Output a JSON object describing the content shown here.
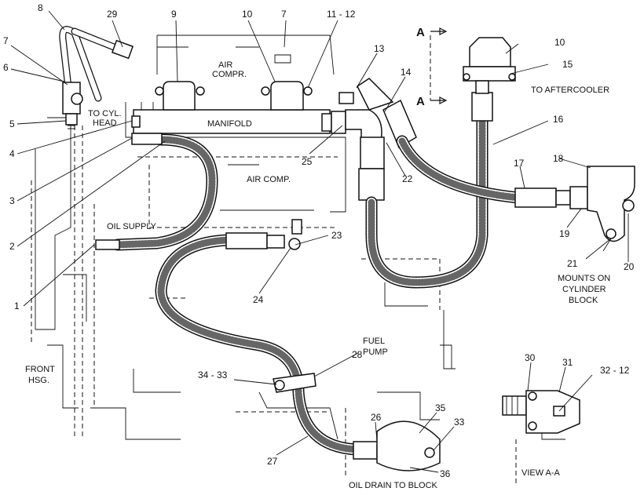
{
  "labels": {
    "to_cyl_head": [
      "TO CYL.",
      "HEAD"
    ],
    "air_compr_top": [
      "AIR",
      "COMPR."
    ],
    "manifold": "MANIFOLD",
    "air_comp_mid": "AIR COMP.",
    "oil_supply": "OIL SUPPLY",
    "to_aftercooler": "TO AFTERCOOLER",
    "mounts": [
      "MOUNTS ON",
      "CYLINDER",
      "BLOCK"
    ],
    "fuel_pump": [
      "FUEL",
      "PUMP"
    ],
    "front_hsg": [
      "FRONT",
      "HSG."
    ],
    "oil_drain": "OIL DRAIN TO BLOCK",
    "view_aa": "VIEW A-A",
    "section_a": "A"
  },
  "callouts": {
    "c1": "1",
    "c2": "2",
    "c3": "3",
    "c4": "4",
    "c5": "5",
    "c6": "6",
    "c7a": "7",
    "c7b": "7",
    "c8": "8",
    "c9": "9",
    "c10a": "10",
    "c10b": "10",
    "c11_12": "11 - 12",
    "c13": "13",
    "c14": "14",
    "c15": "15",
    "c16": "16",
    "c17": "17",
    "c18": "18",
    "c19": "19",
    "c20": "20",
    "c21": "21",
    "c22": "22",
    "c23": "23",
    "c24": "24",
    "c25": "25",
    "c26": "26",
    "c27": "27",
    "c28": "28",
    "c29": "29",
    "c30": "30",
    "c31": "31",
    "c32_12": "32 - 12",
    "c33a": "33",
    "c34_33": "34 - 33",
    "c35": "35",
    "c36": "36"
  }
}
